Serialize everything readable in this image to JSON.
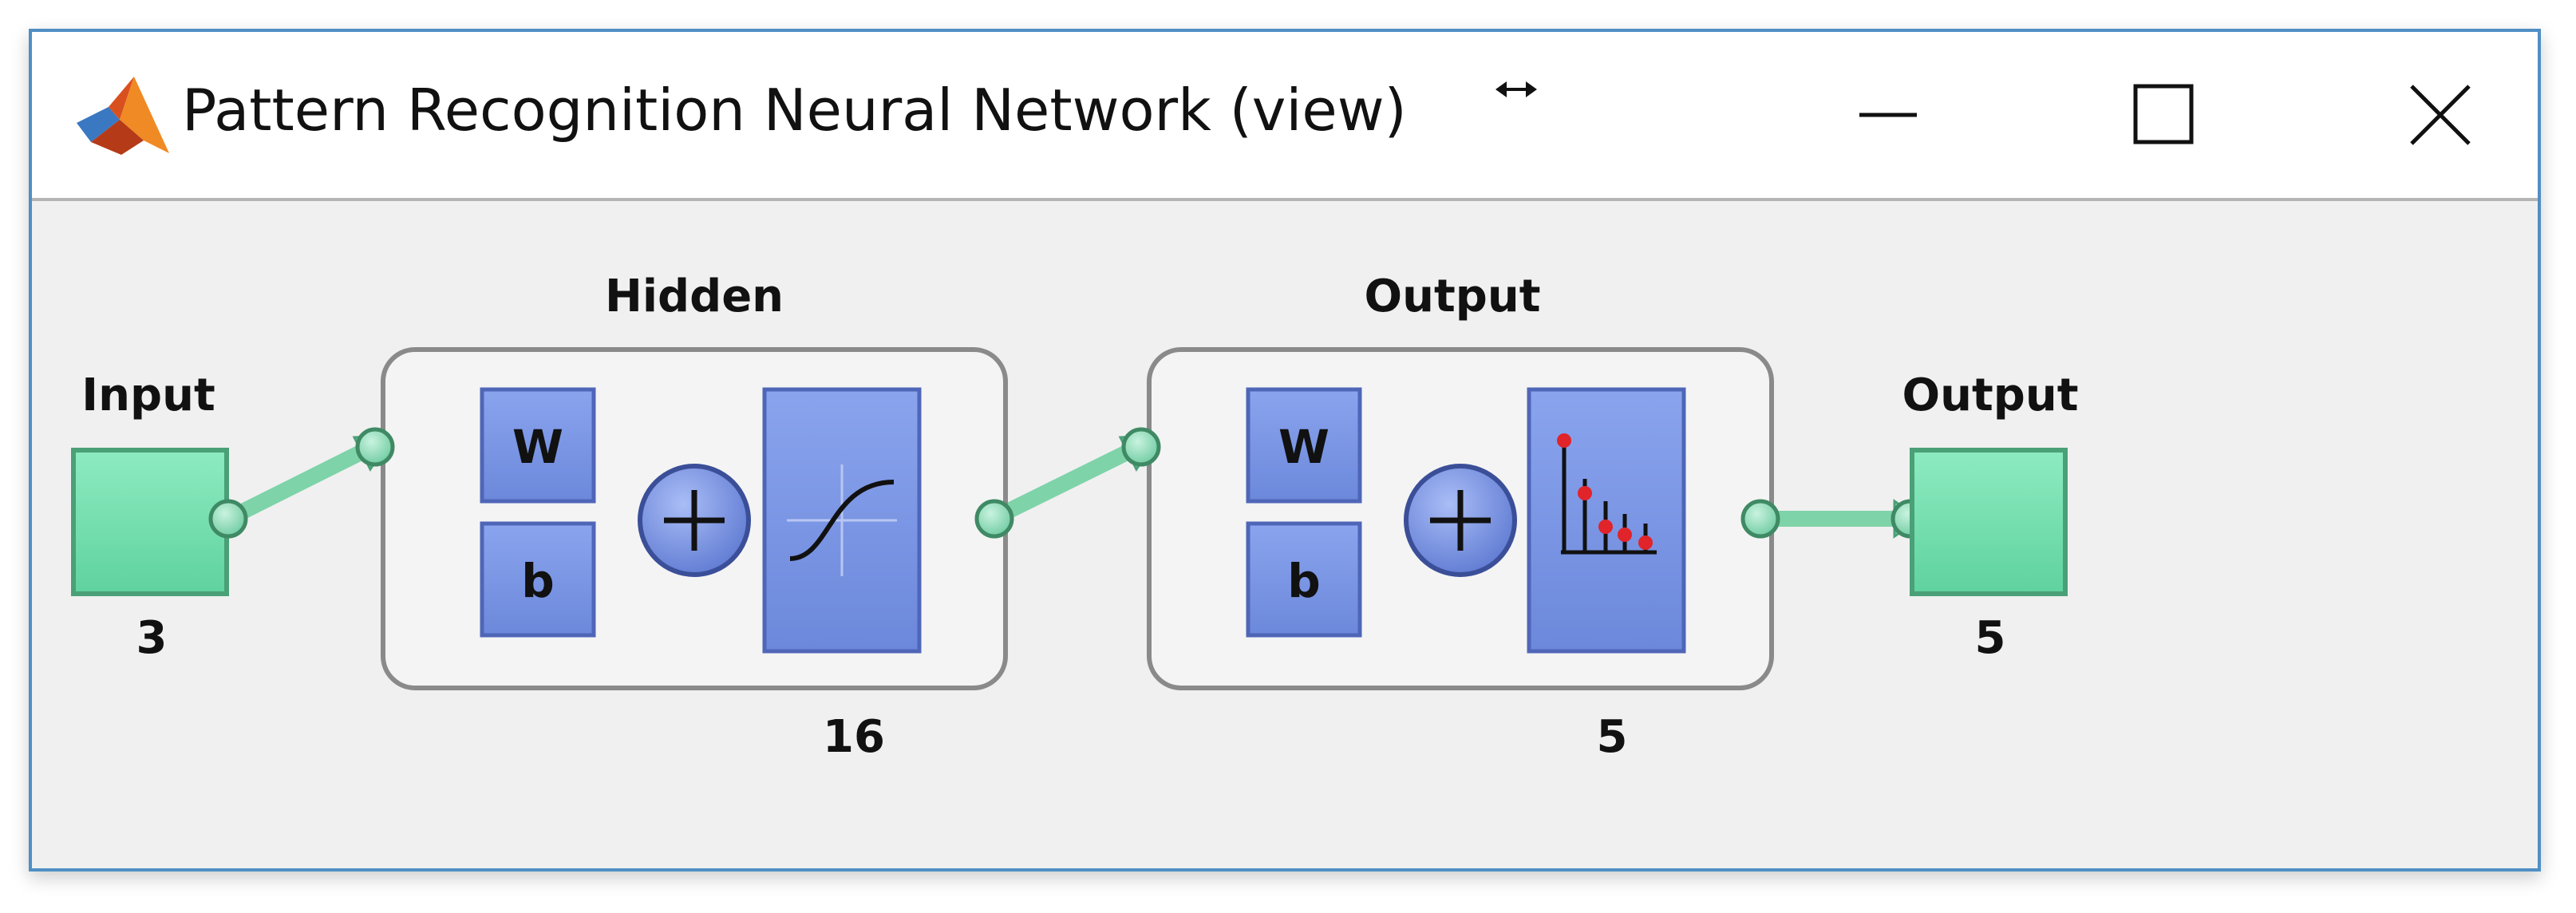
{
  "window": {
    "title": "Pattern Recognition Neural Network (view)",
    "icons": {
      "app": "matlab-logo-icon",
      "resize": "horizontal-resize-arrow-icon",
      "minimize": "minimize-icon",
      "maximize": "maximize-icon",
      "close": "close-icon"
    },
    "colors": {
      "border": "#4f8fc4",
      "content_bg": "#f0f0f0"
    }
  },
  "network": {
    "input": {
      "label": "Input",
      "size": "3"
    },
    "hidden": {
      "label": "Hidden",
      "size": "16",
      "weight_label": "W",
      "bias_label": "b",
      "transfer": "tansig-curve-icon"
    },
    "output_layer": {
      "label": "Output",
      "size": "5",
      "weight_label": "W",
      "bias_label": "b",
      "transfer": "softmax-stem-icon"
    },
    "output": {
      "label": "Output",
      "size": "5"
    },
    "colors": {
      "io_box": "#6fe0ac",
      "block": "#7b96e4",
      "connector": "#7ed3a8",
      "layer_bg": "#f4f4f4",
      "softmax_dot": "#e0242a"
    }
  }
}
